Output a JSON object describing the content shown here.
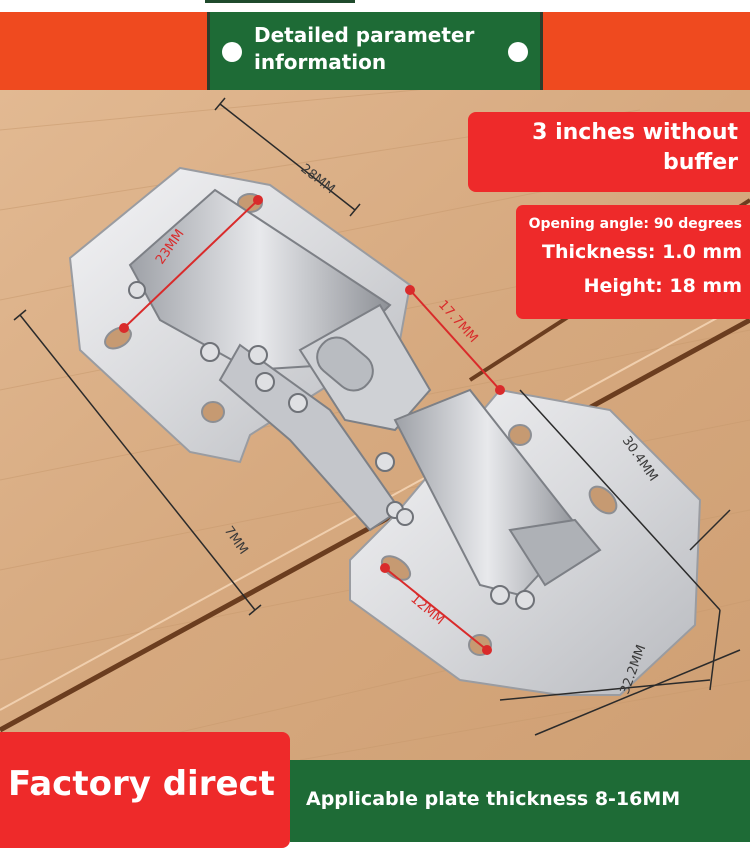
{
  "header": {
    "title": "Detailed parameter information"
  },
  "badge_main": {
    "line1": "3 inches without",
    "line2": "buffer"
  },
  "specs": {
    "opening_angle": "Opening angle: 90 degrees",
    "thickness": "Thickness: 1.0 mm",
    "height": "Height: 18 mm"
  },
  "dimensions": {
    "d28": "28MM",
    "d23": "23MM",
    "d17": "17.7MM",
    "d30": "30.4MM",
    "d7": "7MM",
    "d12": "12MM",
    "d32": "32.2MM"
  },
  "footer": {
    "left_text": "Factory direct",
    "right_text": "Applicable plate thickness 8-16MM"
  },
  "colors": {
    "header_orange": "#ef4a1f",
    "brand_green": "#1e6b36",
    "badge_red": "#ee2a2a",
    "wood": "#d9ae86"
  }
}
